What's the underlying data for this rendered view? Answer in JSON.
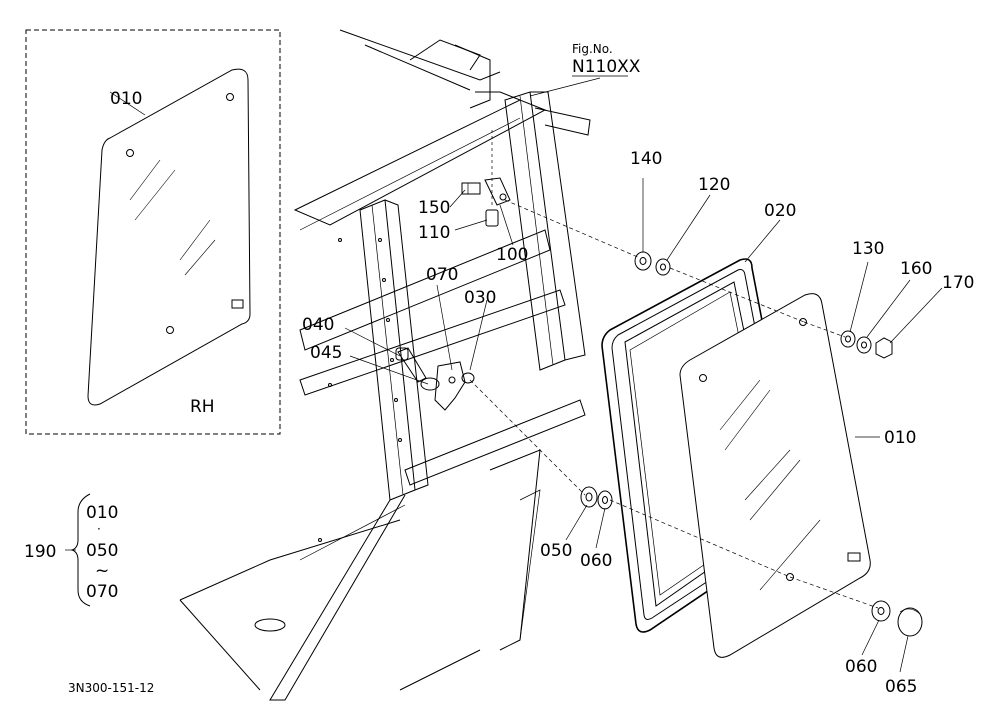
{
  "figure": {
    "fig_no_label": "Fig.No.",
    "fig_no_value": "N110XX",
    "code": "3N300-151-12",
    "inset_label": "RH"
  },
  "parts": {
    "p010_inset": "010",
    "p010": "010",
    "p020": "020",
    "p030": "030",
    "p040": "040",
    "p045": "045",
    "p050": "050",
    "p060_a": "060",
    "p060_b": "060",
    "p065": "065",
    "p070": "070",
    "p100": "100",
    "p110": "110",
    "p120": "120",
    "p130": "130",
    "p140": "140",
    "p150": "150",
    "p160": "160",
    "p170": "170"
  },
  "set": {
    "label": "190",
    "first": "010",
    "dot": "·",
    "middle": "050",
    "tilde": "~",
    "last": "070"
  }
}
